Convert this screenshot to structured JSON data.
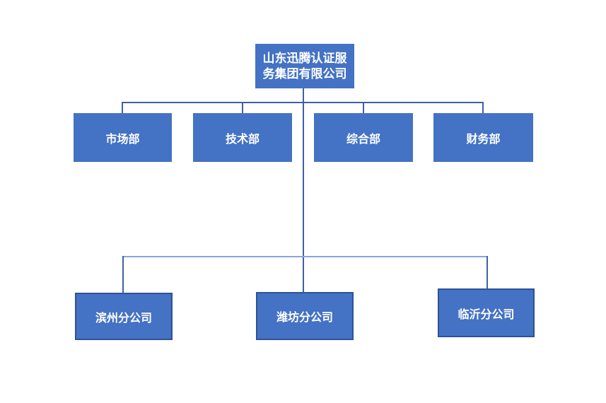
{
  "org_chart": {
    "root": {
      "label": "山东迅腾认证服务集团有限公司",
      "line1": "山东迅腾认证服",
      "line2": "务集团有限公司"
    },
    "departments": [
      {
        "label": "市场部"
      },
      {
        "label": "技术部"
      },
      {
        "label": "综合部"
      },
      {
        "label": "财务部"
      }
    ],
    "branches": [
      {
        "label": "滨州分公司"
      },
      {
        "label": "潍坊分公司"
      },
      {
        "label": "临沂分公司"
      }
    ]
  },
  "colors": {
    "slide_bg": "#FFFFFF",
    "node_fill": "#4472C4",
    "branch_border": "#2E5395",
    "connector": "#3E61A6",
    "connector_light": "#8AA5DB",
    "text": "#FFFFFF"
  }
}
